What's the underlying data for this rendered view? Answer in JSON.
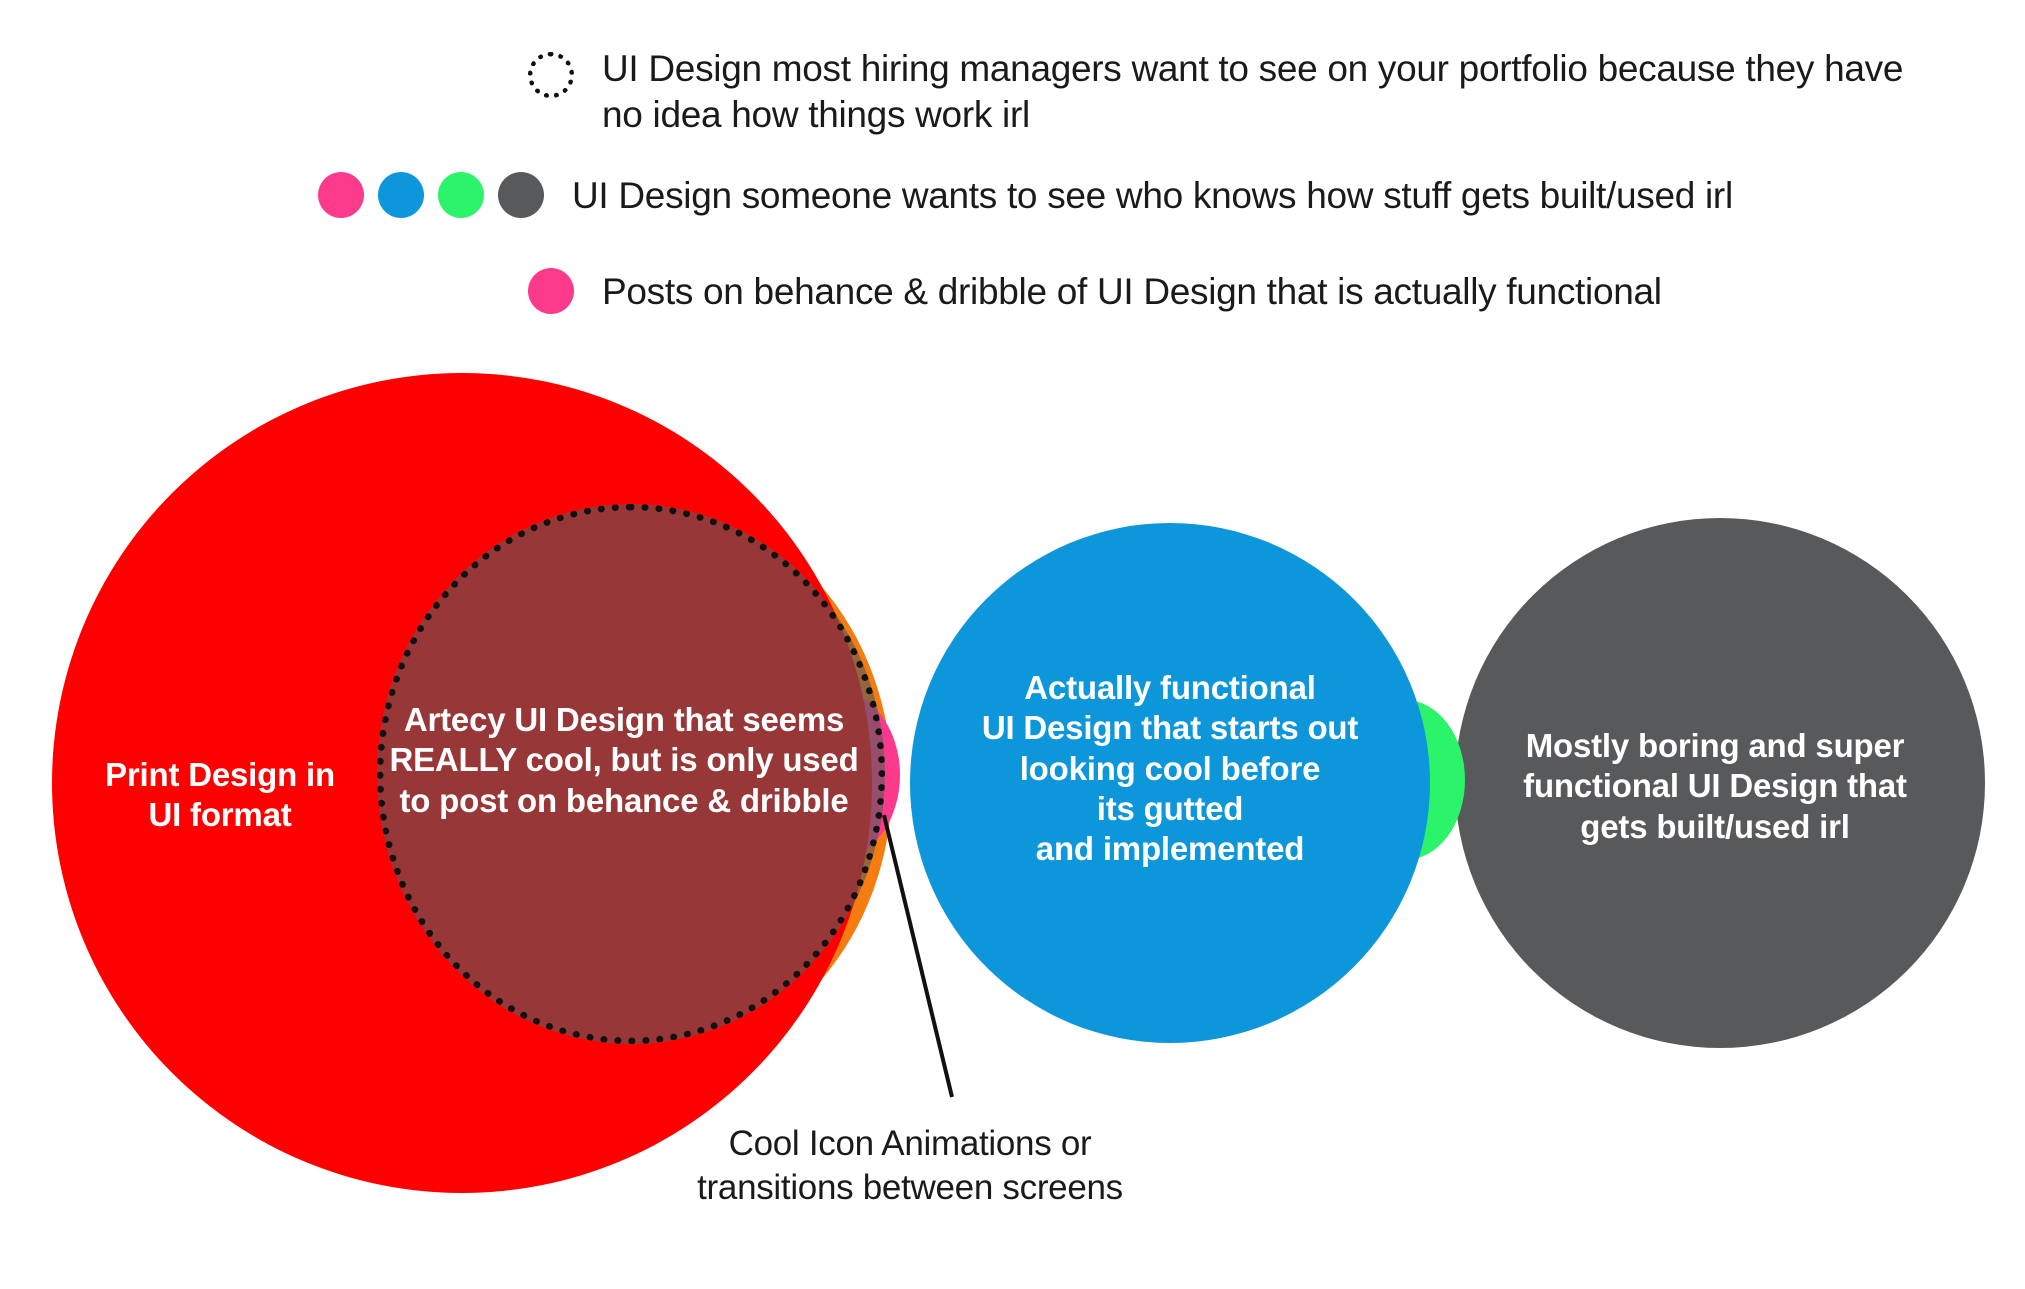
{
  "legend": {
    "items": [
      {
        "marker": "dotted-outline-circle",
        "marker_colors": [
          "#FFFFFF"
        ],
        "text": "UI Design most hiring managers want to see on your portfolio because they have no idea how things work irl"
      },
      {
        "marker": "four-dots",
        "marker_colors": [
          "#FB3A8C",
          "#0E96DB",
          "#2BF36A",
          "#58595B"
        ],
        "text": "UI Design someone wants to see who knows how stuff gets built/used irl"
      },
      {
        "marker": "single-dot",
        "marker_colors": [
          "#FB3A8C"
        ],
        "text": "Posts on behance & dribble of UI Design that is actually functional"
      }
    ]
  },
  "diagram": {
    "circles": [
      {
        "id": "red",
        "color": "#FF0000",
        "label": "Print Design in\nUI format"
      },
      {
        "id": "brown-dotted-overlay",
        "color": "#A9673A",
        "border": "#111111",
        "label": "Artecy UI Design that seems\nREALLY cool, but is only used\nto post on behance & dribble"
      },
      {
        "id": "orange-sliver",
        "color": "#F57C10",
        "label": ""
      },
      {
        "id": "pink-sliver",
        "color": "#FB3A8C",
        "label": ""
      },
      {
        "id": "blue",
        "color": "#0E96DB",
        "label": "Actually functional\nUI Design that starts out\nlooking cool before\nits gutted\nand implemented"
      },
      {
        "id": "green-sliver",
        "color": "#2BF36A",
        "label": ""
      },
      {
        "id": "gray",
        "color": "#58595B",
        "label": "Mostly boring and super\nfunctional UI Design that\ngets built/used irl"
      }
    ],
    "callout": {
      "text": "Cool Icon Animations or\ntransitions between screens",
      "line_color": "#111111"
    }
  }
}
